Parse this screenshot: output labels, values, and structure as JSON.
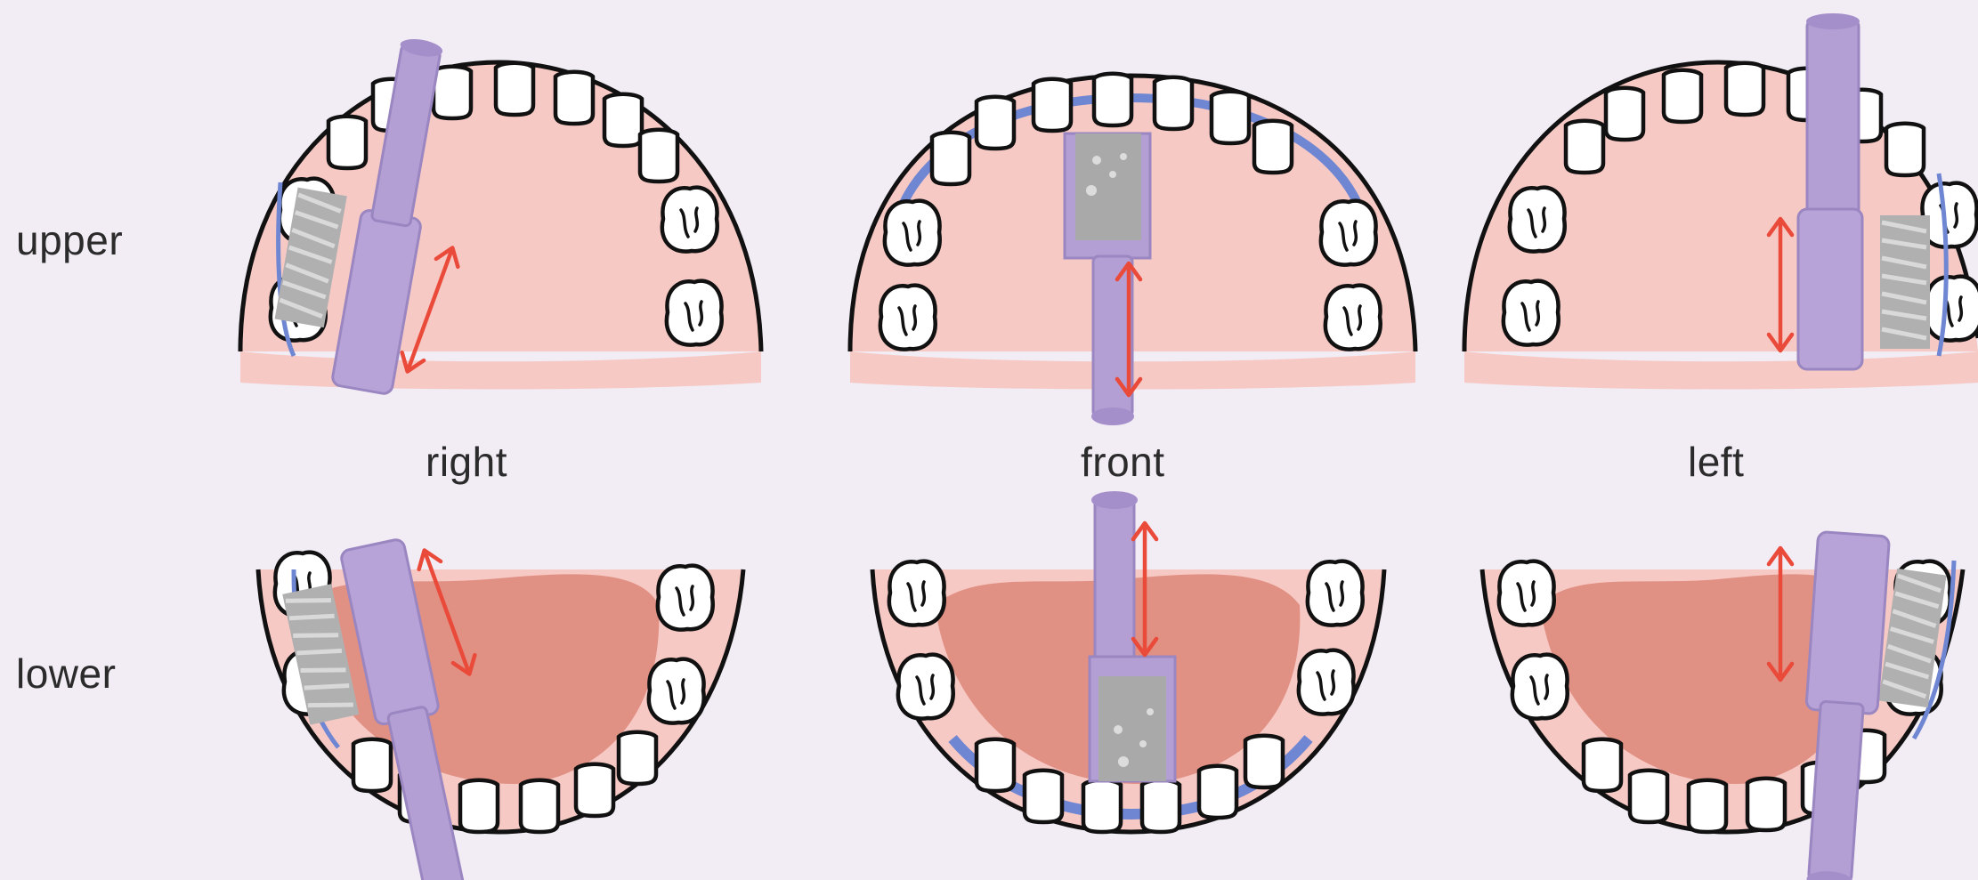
{
  "labels": {
    "rows": {
      "upper": "upper",
      "lower": "lower"
    },
    "columns": {
      "right": "right",
      "front": "front",
      "left": "left"
    }
  },
  "colors": {
    "background": "#f2ecf5",
    "gum": "#f7c9c4",
    "tongue": "#e19084",
    "tooth_fill": "#ffffff",
    "outline": "#111111",
    "brush_handle": "#b49fd4",
    "bristles": "#a9a9a9",
    "plaque_line": "#6f86d2",
    "motion_arrow": "#ea4a3a"
  },
  "icons": [
    "toothbrush-icon",
    "tooth-icon",
    "double-arrow-icon"
  ]
}
